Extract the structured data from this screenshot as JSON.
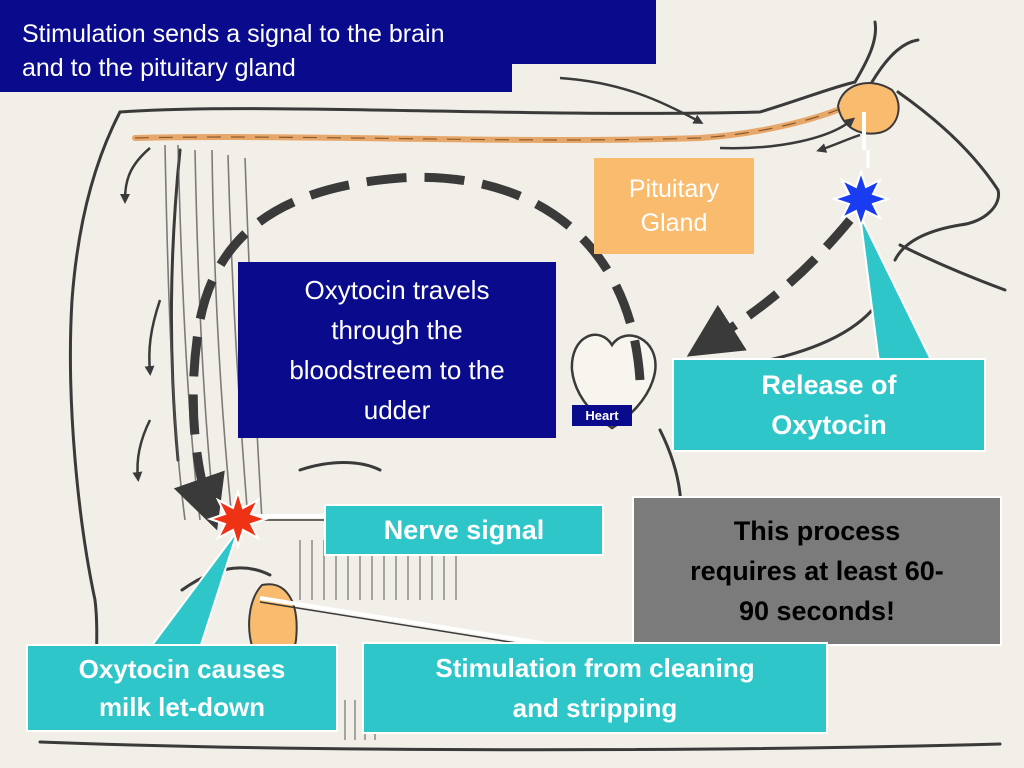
{
  "title": {
    "line1": "Stimulation sends a signal to the brain",
    "line2": "and to the pituitary gland"
  },
  "labels": {
    "pituitary": [
      "Pituitary",
      "Gland"
    ],
    "oxytocin_travels": [
      "Oxytocin travels",
      "through the",
      "bloodstreem to the",
      "udder"
    ],
    "heart": "Heart",
    "release": [
      "Release of",
      "Oxytocin"
    ],
    "nerve_signal": "Nerve signal",
    "process_time": [
      "This process",
      "requires at least 60-",
      "90 seconds!"
    ],
    "letdown": [
      "Oxytocin causes",
      "milk let-down"
    ],
    "stimulation": [
      "Stimulation from cleaning",
      "and stripping"
    ]
  },
  "colors": {
    "navy": "#0a0a8c",
    "teal": "#2ec6c9",
    "orange": "#f9bb6e",
    "gray": "#7b7b7b",
    "blue_burst": "#1a3cf0",
    "red_burst": "#f03214",
    "nerve": "#e8a76a"
  },
  "icons": [
    "blue-starburst-icon",
    "red-starburst-icon"
  ]
}
